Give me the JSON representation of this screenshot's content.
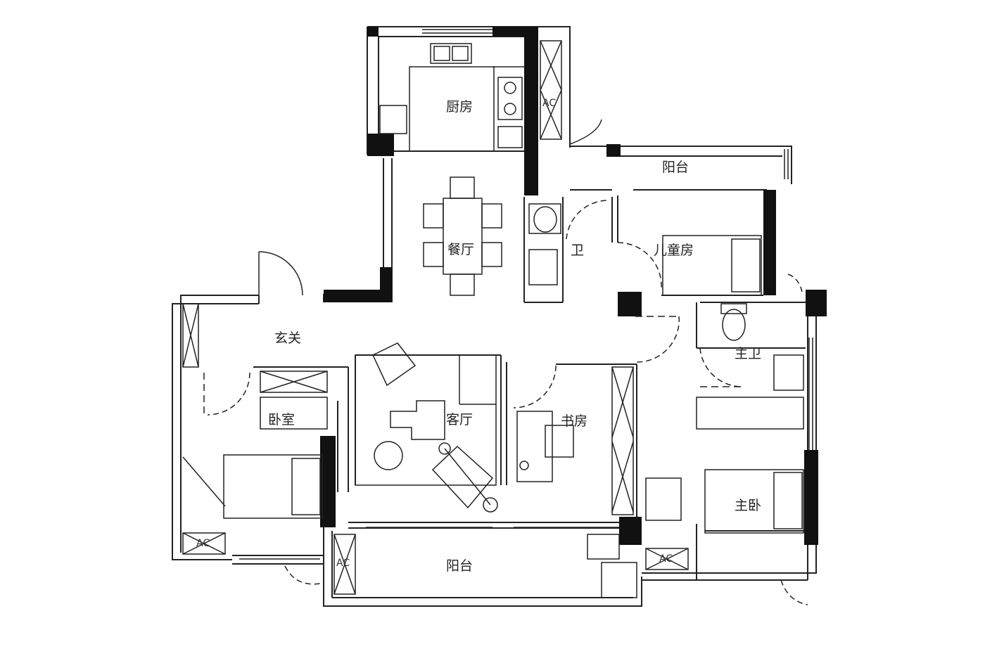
{
  "rooms": {
    "kitchen": "厨房",
    "dining": "餐厅",
    "bathroom": "卫",
    "balcony_north": "阳台",
    "kids_room": "儿童房",
    "foyer": "玄关",
    "living": "客厅",
    "study": "书房",
    "master_bath": "主卫",
    "bedroom": "卧室",
    "master_bedroom": "主卧",
    "balcony_south": "阳台"
  },
  "ac_units": {
    "kitchen_side": "AC",
    "bedroom": "AC",
    "balcony": "AC",
    "master": "AC"
  }
}
